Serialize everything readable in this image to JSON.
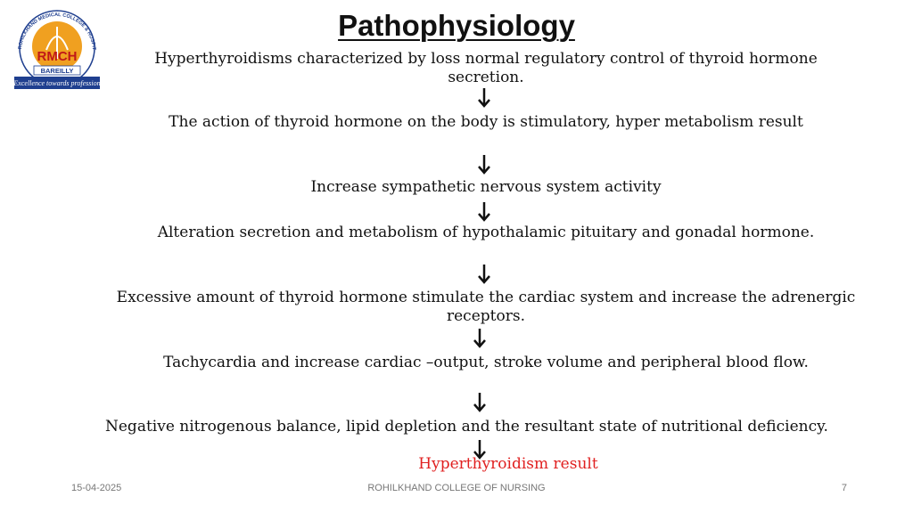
{
  "title": "Pathophysiology",
  "logo": {
    "arc_text": "ROHILKHAND MEDICAL COLLEGE & HOSPITAL",
    "monogram": "RMCH",
    "city": "BAREILLY",
    "tagline": "Excellence towards profession"
  },
  "flow": {
    "steps": [
      "Hyperthyroidisms characterized by loss normal regulatory control of thyroid hormone secretion.",
      "The action of thyroid hormone on the body is stimulatory, hyper metabolism result",
      "Increase sympathetic nervous system activity",
      "Alteration secretion and metabolism of hypothalamic pituitary and gonadal hormone.",
      "Excessive amount of thyroid hormone stimulate the cardiac system and increase the adrenergic receptors.",
      "Tachycardia and increase cardiac –output, stroke volume and peripheral blood flow.",
      "Negative nitrogenous balance, lipid depletion and the resultant state of nutritional deficiency."
    ],
    "result": "Hyperthyroidism result"
  },
  "footer": {
    "date": "15-04-2025",
    "institution": "ROHILKHAND COLLEGE OF NURSING",
    "page_number": "7"
  },
  "colors": {
    "result": "#e02020",
    "logo_blue": "#1f3f8f",
    "logo_orange": "#f0a020"
  }
}
